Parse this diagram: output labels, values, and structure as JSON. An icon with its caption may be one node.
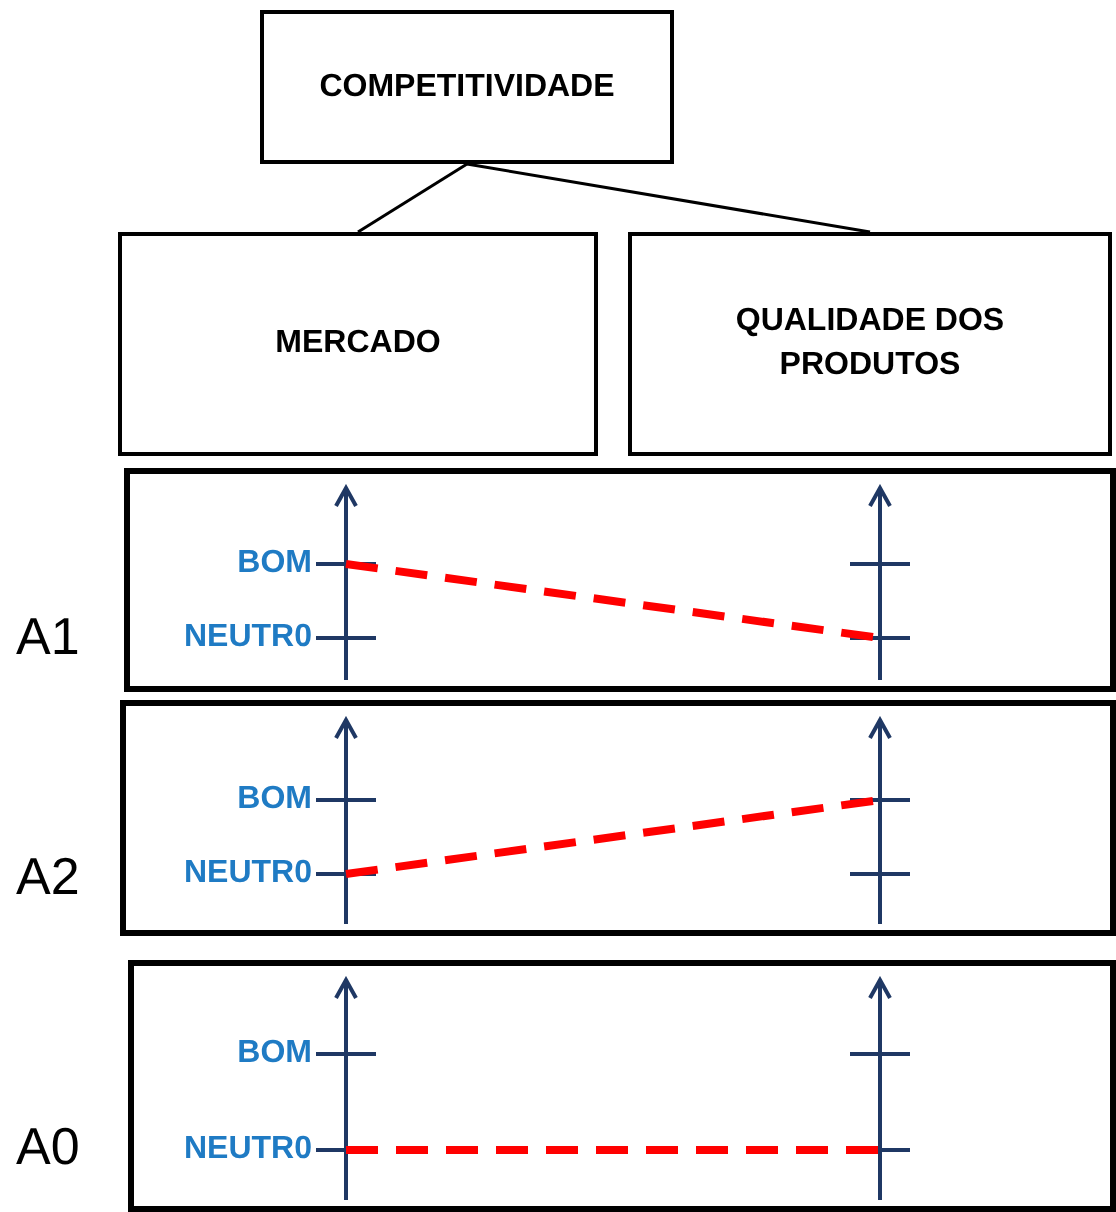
{
  "diagram": {
    "nodes": [
      {
        "text": [
          "COMPETITIVIDADE"
        ]
      },
      {
        "text": [
          "MERCADO"
        ]
      },
      {
        "text": [
          "QUALIDADE DOS PRODUTOS"
        ]
      },
      {
        "text": [
          "A1"
        ]
      },
      {
        "text": [
          "A2"
        ]
      },
      {
        "text": [
          "A0"
        ]
      }
    ],
    "edges": [
      {
        "from": 0,
        "to": 1,
        "arrow": "none"
      },
      {
        "from": 0,
        "to": 2,
        "arrow": "none"
      }
    ],
    "labels": [
      "BOM",
      "NEUTR0",
      "BOM",
      "NEUTR0",
      "BOM",
      "NEUTR0"
    ]
  }
}
